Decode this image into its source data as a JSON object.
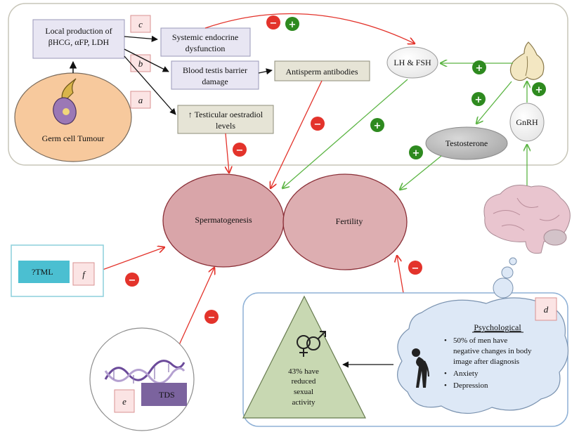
{
  "diagram": {
    "top_panel": {
      "local_production": [
        "Local production of",
        "βHCG, αFP, LDH"
      ],
      "tumour": "Germ cell Tumour",
      "systemic": [
        "Systemic endocrine",
        "dysfunction"
      ],
      "btb": [
        "Blood testis barrier",
        "damage"
      ],
      "antisperm": "Antisperm antibodies",
      "oestradiol": [
        "↑ Testicular oestradiol",
        "levels"
      ],
      "lh_fsh": "LH & FSH",
      "testosterone": "Testosterone",
      "gnrh": "GnRH",
      "tags": {
        "a": "a",
        "b": "b",
        "c": "c"
      }
    },
    "center": {
      "spermatogenesis": "Spermatogenesis",
      "fertility": "Fertility"
    },
    "left": {
      "tml": "?TML",
      "tag_f": "f",
      "tds": "TDS",
      "tag_e": "e"
    },
    "bottom_panel": {
      "triangle": [
        "43% have",
        "reduced",
        "sexual",
        "activity"
      ],
      "cloud_title": "Psychological",
      "bullets": [
        [
          "50% of men have",
          "negative changes in body",
          "image after diagnosis"
        ],
        [
          "Anxiety"
        ],
        [
          "Depression"
        ]
      ],
      "tag_d": "d"
    },
    "signs": {
      "plus": "+",
      "minus": "−"
    },
    "colors": {
      "negative": "#e3332b",
      "positive": "#2e8a1f",
      "positive_arrow": "#5cb544",
      "ellipse_fill": "#d9a5a9",
      "ellipse_stroke": "#8a2f37",
      "lavender_box": "#e8e6f3",
      "beige_box": "#e6e4d6",
      "tumour_fill": "#f7c99d",
      "tml_fill": "#4bbfd1",
      "tds_fill": "#7b639e",
      "triangle_fill": "#c8d8b2",
      "cloud_fill": "#dde8f6",
      "tag_fill": "#fbe4e4",
      "tag_stroke": "#d99292"
    }
  }
}
